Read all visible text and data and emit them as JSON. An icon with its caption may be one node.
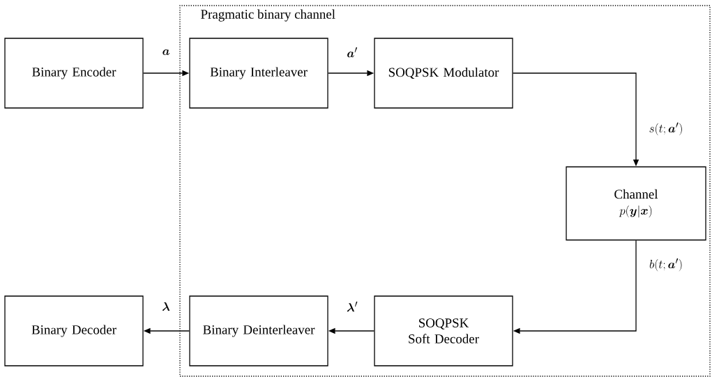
{
  "diagram": {
    "nodes": [
      {
        "text": [
          "Pragmatic binary channel"
        ]
      },
      {
        "text": [
          "Binary Encoder"
        ]
      },
      {
        "text": [
          "Binary Interleaver"
        ],
        "in": 0
      },
      {
        "text": [
          "SOQPSK Modulator"
        ],
        "in": 0
      },
      {
        "text": [
          "Channel",
          "p(\\boldsymbol{y}|\\boldsymbol{x})"
        ],
        "in": 0
      },
      {
        "text": [
          "SOQPSK Soft Decoder"
        ],
        "in": 0
      },
      {
        "text": [
          "Binary Deinterleaver"
        ],
        "in": 0
      },
      {
        "text": [
          "Binary Decoder"
        ]
      }
    ],
    "edges": [
      {
        "from": 1,
        "to": 2,
        "arrow": "to",
        "label": "\\boldsymbol{a}"
      },
      {
        "from": 2,
        "to": 3,
        "arrow": "to",
        "label": "\\boldsymbol{a}'"
      },
      {
        "from": 3,
        "to": 4,
        "arrow": "to",
        "label": "s(t;\\boldsymbol{a}')"
      },
      {
        "from": 4,
        "to": 5,
        "arrow": "to",
        "label": "b(t;\\boldsymbol{a}')"
      },
      {
        "from": 5,
        "to": 6,
        "arrow": "to",
        "label": "\\boldsymbol{\\lambda}'"
      },
      {
        "from": 6,
        "to": 7,
        "arrow": "to",
        "label": "\\boldsymbol{\\lambda}"
      }
    ]
  }
}
